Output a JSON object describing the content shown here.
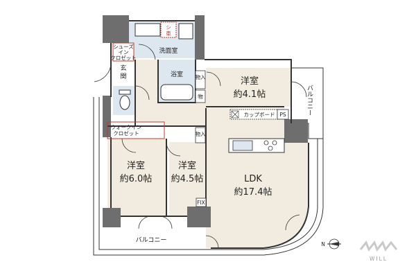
{
  "rooms": {
    "western_a": {
      "name": "洋室",
      "size": "約4.1帖"
    },
    "western_b": {
      "name": "洋室",
      "size": "約6.0帖"
    },
    "western_c": {
      "name": "洋室",
      "size": "約4.5帖"
    },
    "ldk": {
      "name": "LDK",
      "size": "約17.4帖"
    }
  },
  "labels": {
    "washroom": "洗面室",
    "bathroom": "浴室",
    "entrance": "玄関",
    "shoes_closet_l1": "シューズ",
    "shoes_closet_l2": "イン",
    "shoes_closet_l3": "クロゼット",
    "walkin_closet_l1": "ウォークイン",
    "walkin_closet_l2": "クロゼット",
    "storage_1": "物入",
    "storage_2": "物",
    "storage_3": "物入",
    "cupboard": "カップボード",
    "ps": "PS",
    "fix": "FIX",
    "balcony_right": "バルコニー",
    "balcony_bottom": "バルコニー",
    "washer_l1": "シ",
    "washer_l2": "車",
    "north": "N"
  },
  "logo": {
    "text": "WILL"
  },
  "colors": {
    "room_fill": "#f1ecdf",
    "wet_fill": "#dde7f0",
    "wall": "#6e6e6e",
    "closet_border": "#c0392b",
    "outline": "#333333"
  }
}
